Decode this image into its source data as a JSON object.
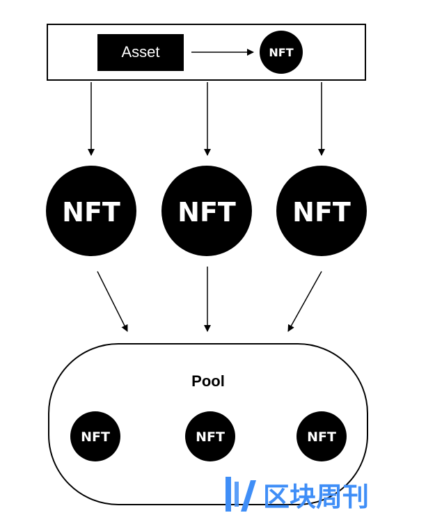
{
  "diagram": {
    "top_box": {
      "asset_label": "Asset",
      "nft_badge_label": "NFT"
    },
    "nft_tokens": [
      {
        "label": "NFT"
      },
      {
        "label": "NFT"
      },
      {
        "label": "NFT"
      }
    ],
    "pool": {
      "title": "Pool",
      "tokens": [
        {
          "label": "NFT"
        },
        {
          "label": "NFT"
        },
        {
          "label": "NFT"
        }
      ]
    }
  },
  "watermark": {
    "text": "区块周刊",
    "color": "#3f8ef7"
  },
  "colors": {
    "ink": "#000000",
    "background": "#ffffff",
    "watermark_blue": "#3f8ef7"
  }
}
